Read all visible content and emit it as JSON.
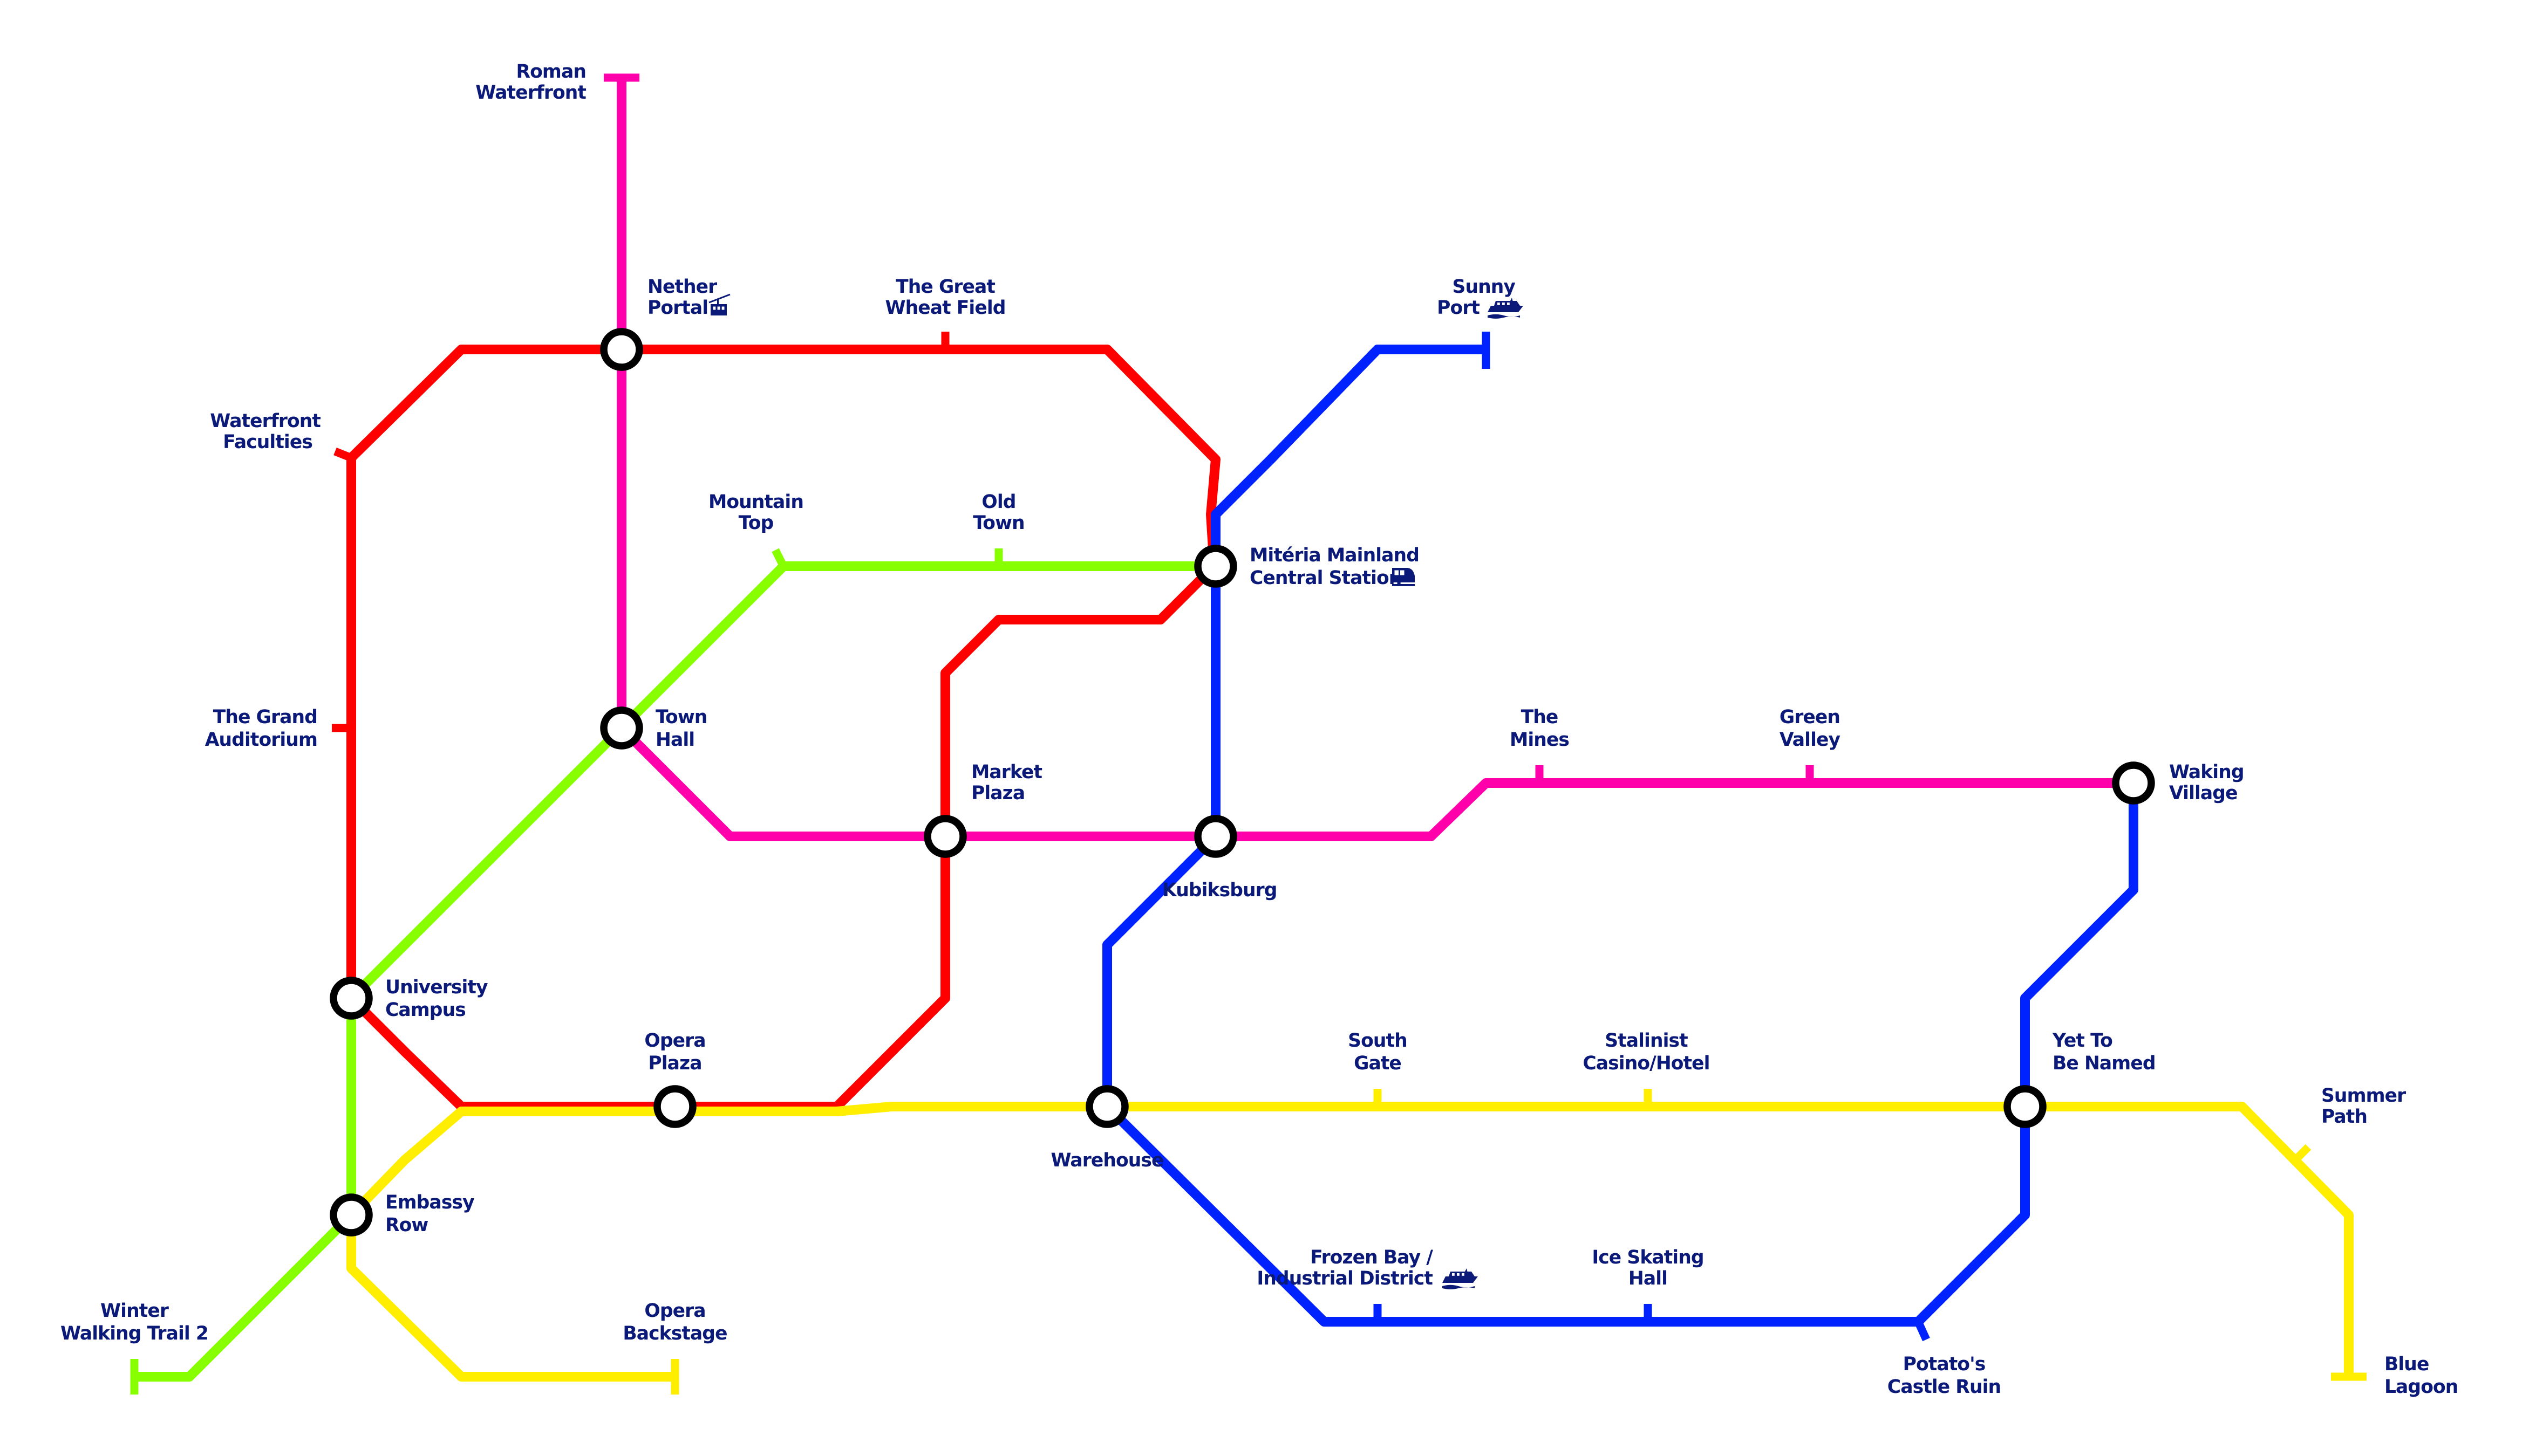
{
  "colors": {
    "red_line": "#ff0000",
    "magenta_line": "#ff00aa",
    "blue_line": "#0022ff",
    "green_line": "#88ff00",
    "yellow_line": "#ffee00",
    "label_text": "#0b1a78",
    "station_ring": "#000000"
  },
  "stations": {
    "roman_waterfront": [
      "Roman",
      "Waterfront"
    ],
    "nether_portal": [
      "Nether",
      "Portal"
    ],
    "great_wheat_field": [
      "The Great",
      "Wheat Field"
    ],
    "sunny_port": [
      "Sunny",
      "Port"
    ],
    "waterfront_faculties": [
      "Waterfront",
      "Faculties"
    ],
    "mountain_top": [
      "Mountain",
      "Top"
    ],
    "old_town": [
      "Old",
      "Town"
    ],
    "miteria_central": [
      "Mitéria Mainland",
      "Central Station"
    ],
    "grand_auditorium": [
      "The Grand",
      "Auditorium"
    ],
    "town_hall": [
      "Town",
      "Hall"
    ],
    "the_mines": [
      "The",
      "Mines"
    ],
    "green_valley": [
      "Green",
      "Valley"
    ],
    "waking_village": [
      "Waking",
      "Village"
    ],
    "market_plaza": [
      "Market",
      "Plaza"
    ],
    "kubiksburg": [
      "Kubiksburg"
    ],
    "university_campus": [
      "University",
      "Campus"
    ],
    "opera_plaza": [
      "Opera",
      "Plaza"
    ],
    "south_gate": [
      "South",
      "Gate"
    ],
    "stalinist_casino": [
      "Stalinist",
      "Casino/Hotel"
    ],
    "yet_to_be_named": [
      "Yet To",
      "Be Named"
    ],
    "summer_path": [
      "Summer",
      "Path"
    ],
    "warehouse": [
      "Warehouse"
    ],
    "embassy_row": [
      "Embassy",
      "Row"
    ],
    "frozen_bay": [
      "Frozen Bay /",
      "Industrial District"
    ],
    "ice_skating_hall": [
      "Ice Skating",
      "Hall"
    ],
    "winter_walking_trail": [
      "Winter",
      "Walking Trail 2"
    ],
    "opera_backstage": [
      "Opera",
      "Backstage"
    ],
    "potatos_castle_ruin": [
      "Potato's",
      "Castle Ruin"
    ],
    "blue_lagoon": [
      "Blue",
      "Lagoon"
    ]
  },
  "icons": {
    "nether_portal": "cable-car-icon",
    "sunny_port": "ferry-icon",
    "miteria_central": "train-icon",
    "frozen_bay": "ferry-icon"
  }
}
